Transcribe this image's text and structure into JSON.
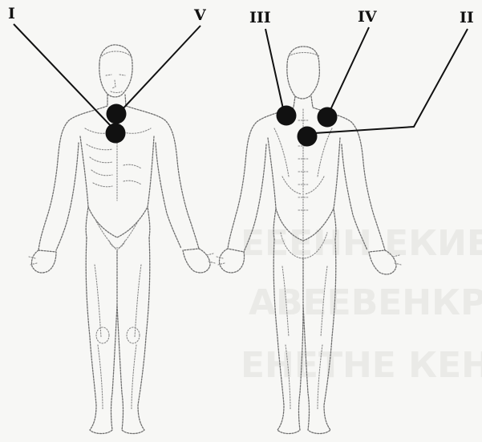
{
  "points": [
    {
      "label": "I"
    },
    {
      "label": "V"
    },
    {
      "label": "III"
    },
    {
      "label": "IV"
    },
    {
      "label": "II"
    }
  ],
  "colors": {
    "marker": "#111111",
    "outline": "#6f6f6f",
    "background": "#f7f7f5"
  }
}
